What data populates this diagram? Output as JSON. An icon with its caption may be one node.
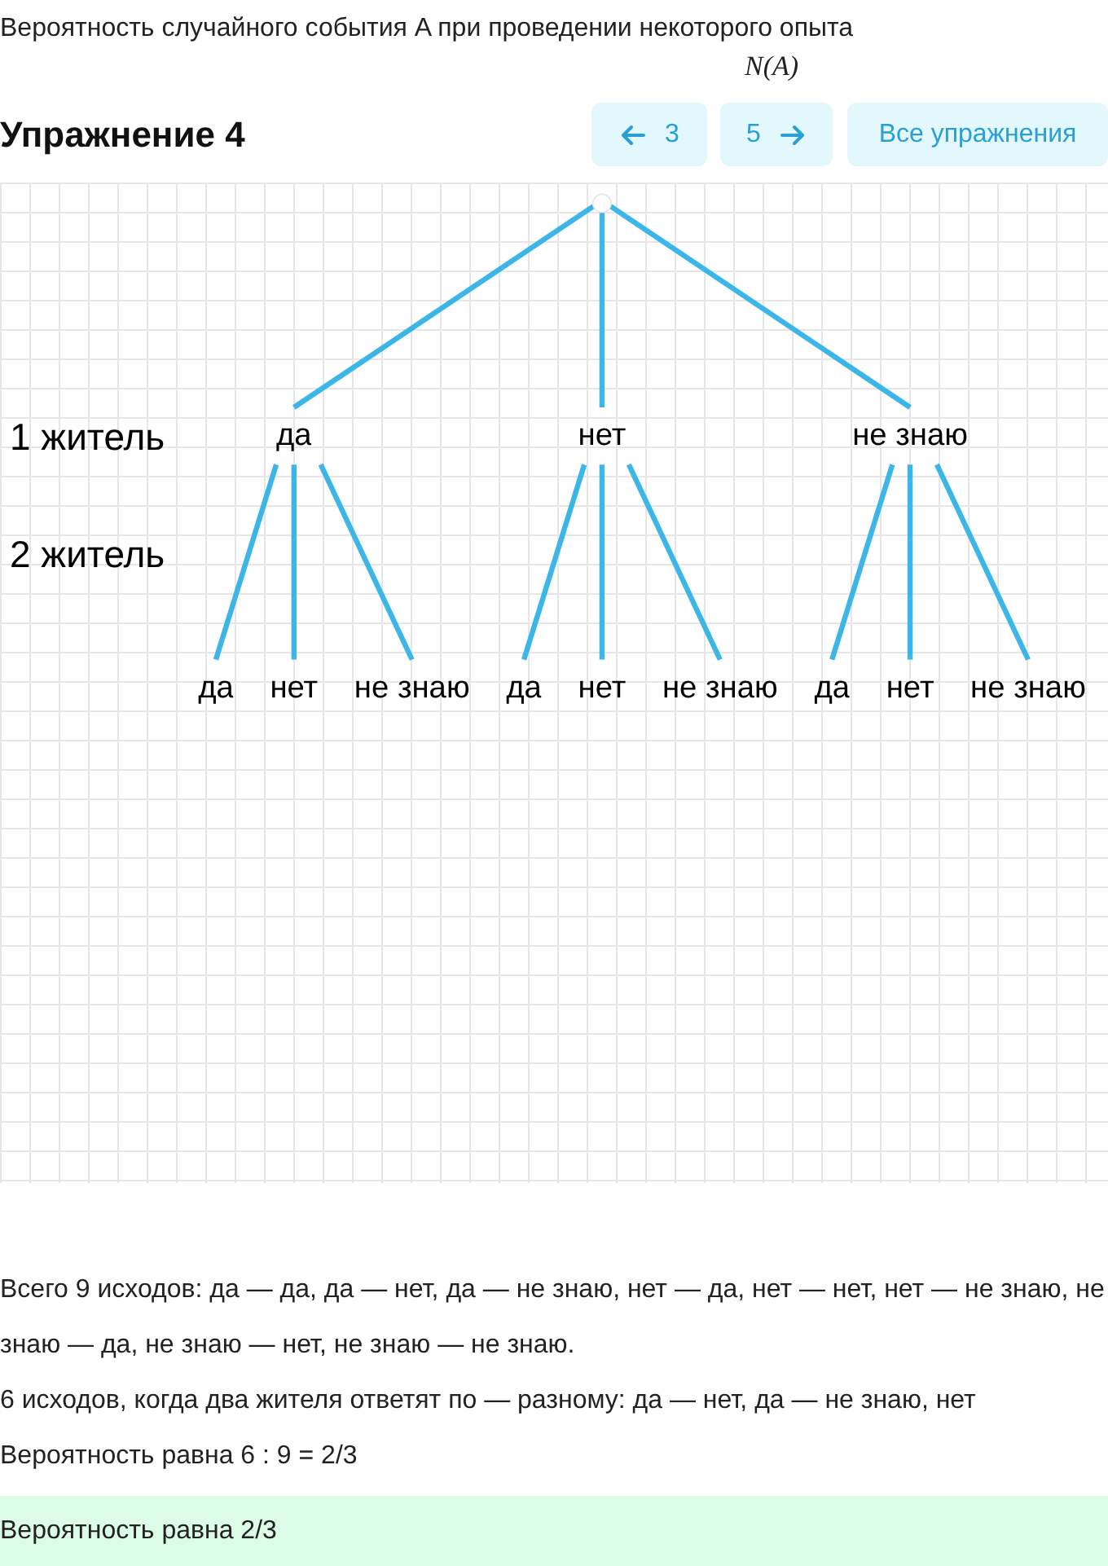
{
  "diagram": {
    "title": "Упражнение 4",
    "nodes": [
      {
        "text": [],
        "shape": "circle"
      },
      {
        "text": [
          "да"
        ]
      },
      {
        "text": [
          "нет"
        ]
      },
      {
        "text": [
          "не знаю"
        ]
      },
      {
        "text": [
          "да"
        ]
      },
      {
        "text": [
          "нет"
        ]
      },
      {
        "text": [
          "не знаю"
        ]
      },
      {
        "text": [
          "да"
        ]
      },
      {
        "text": [
          "нет"
        ]
      },
      {
        "text": [
          "не знаю"
        ]
      },
      {
        "text": [
          "да"
        ]
      },
      {
        "text": [
          "нет"
        ]
      },
      {
        "text": [
          "не знаю"
        ]
      }
    ],
    "edges": [
      {
        "from": 0,
        "to": 1,
        "arrow": "none"
      },
      {
        "from": 0,
        "to": 2,
        "arrow": "none"
      },
      {
        "from": 0,
        "to": 3,
        "arrow": "none"
      },
      {
        "from": 1,
        "to": 4,
        "arrow": "none"
      },
      {
        "from": 1,
        "to": 5,
        "arrow": "none"
      },
      {
        "from": 1,
        "to": 6,
        "arrow": "none"
      },
      {
        "from": 2,
        "to": 7,
        "arrow": "none"
      },
      {
        "from": 2,
        "to": 8,
        "arrow": "none"
      },
      {
        "from": 2,
        "to": 9,
        "arrow": "none"
      },
      {
        "from": 3,
        "to": 10,
        "arrow": "none"
      },
      {
        "from": 3,
        "to": 11,
        "arrow": "none"
      },
      {
        "from": 3,
        "to": 12,
        "arrow": "none"
      }
    ],
    "labels": [
      "Вероятность случайного события A при проведении некоторого опыта",
      "N(A)",
      "3",
      "5",
      "Все упражнения",
      "1 житель",
      "2 житель",
      "Всего 9 исходов: да — да, да — нет, да — не знаю, нет — да, нет — нет, нет — не знаю, не знаю — да, не знаю — нет, не знаю — не знаю.",
      "6 исходов, когда два жителя ответят по — разному: да — нет, да — не знаю, нет",
      "Вероятность равна 6 : 9 = 2/3",
      "Вероятность равна 2/3"
    ]
  }
}
